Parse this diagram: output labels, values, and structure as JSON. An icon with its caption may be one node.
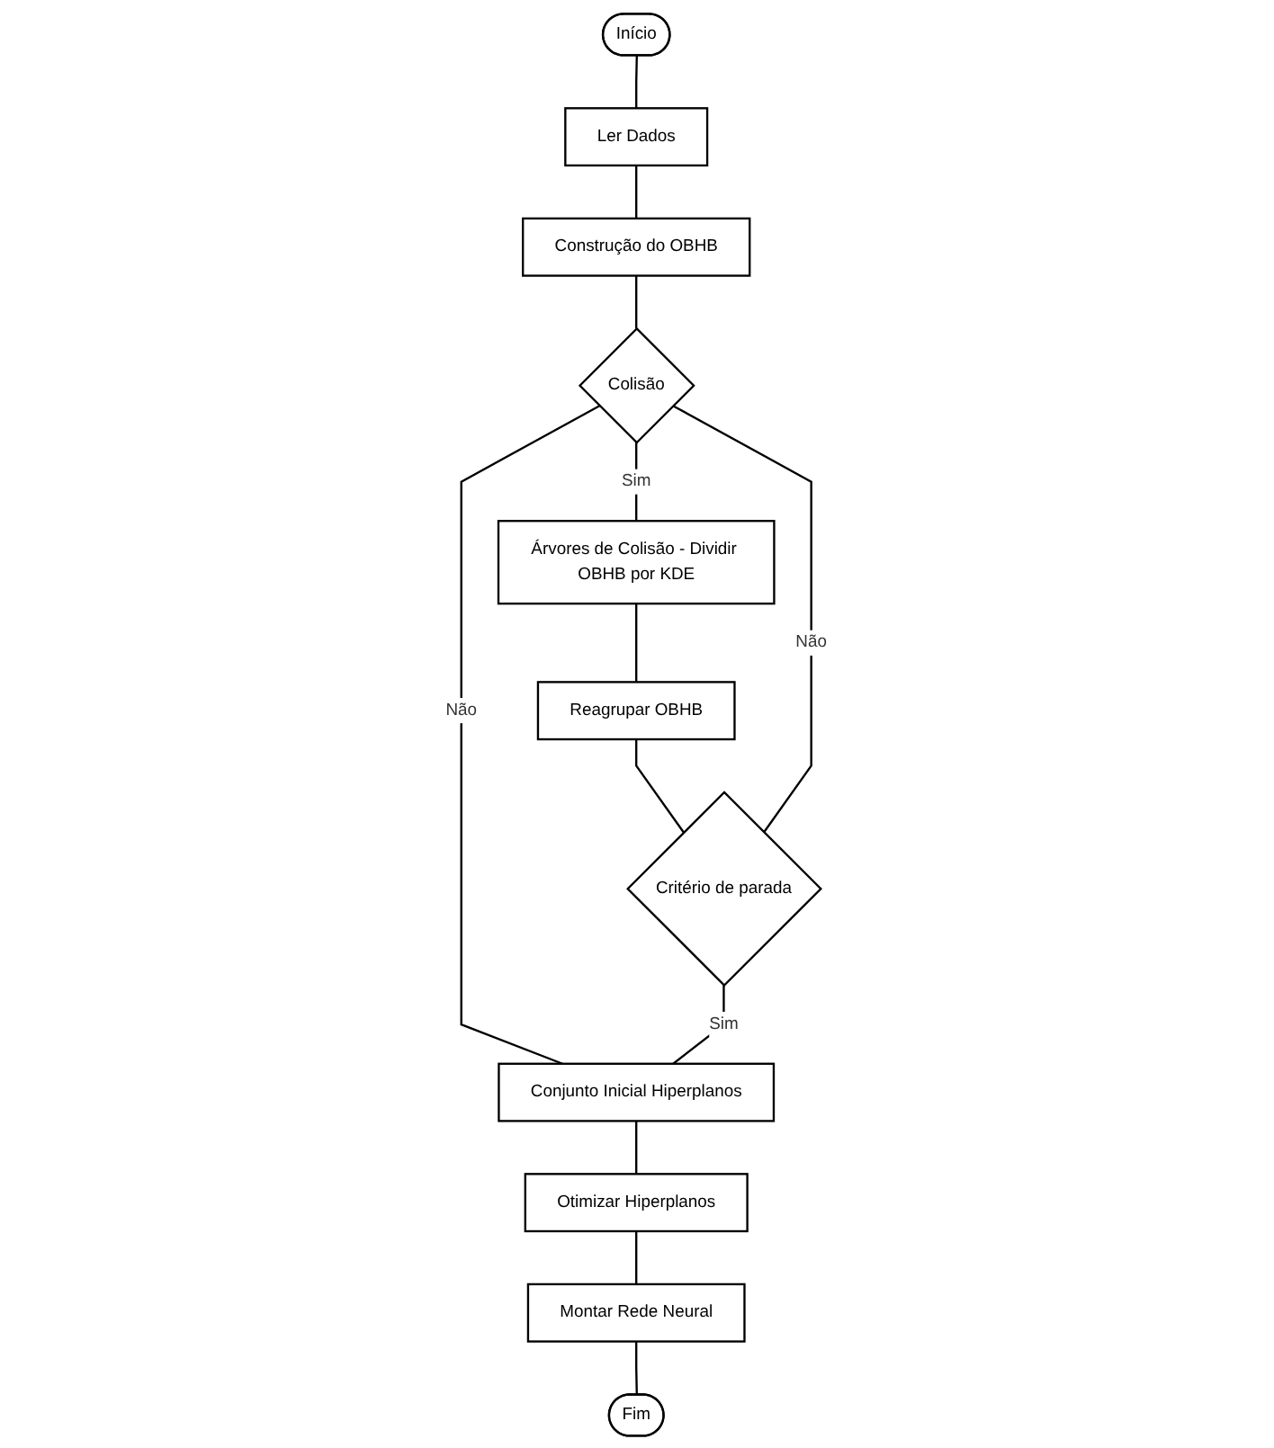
{
  "diagram": {
    "nodes": [
      {
        "text": [
          "Início"
        ]
      },
      {
        "text": [
          "Ler Dados"
        ]
      },
      {
        "text": [
          "Construção do OBHB"
        ]
      },
      {
        "text": [
          "Colisão"
        ]
      },
      {
        "text": [
          "Árvores de Colisão - Dividir OBHB por KDE"
        ]
      },
      {
        "text": [
          "Reagrupar OBHB"
        ]
      },
      {
        "text": [
          "Critério de parada"
        ]
      },
      {
        "text": [
          "Conjunto Inicial Hiperplanos"
        ]
      },
      {
        "text": [
          "Otimizar Hiperplanos"
        ]
      },
      {
        "text": [
          "Montar Rede Neural"
        ]
      },
      {
        "text": [
          "Fim"
        ]
      }
    ],
    "edges": [
      {
        "from": 0,
        "to": 1,
        "arrow": "none"
      },
      {
        "from": 1,
        "to": 2,
        "arrow": "none"
      },
      {
        "from": 2,
        "to": 3,
        "arrow": "none"
      },
      {
        "from": 3,
        "to": 4,
        "arrow": "none",
        "label": "Sim"
      },
      {
        "from": 3,
        "to": 7,
        "arrow": "none",
        "label": "Não"
      },
      {
        "from": 4,
        "to": 5,
        "arrow": "none"
      },
      {
        "from": 5,
        "to": 6,
        "arrow": "none"
      },
      {
        "from": 6,
        "to": 7,
        "arrow": "none",
        "label": "Sim"
      },
      {
        "from": 6,
        "to": 3,
        "arrow": "none",
        "label": "Não"
      },
      {
        "from": 7,
        "to": 8,
        "arrow": "none"
      },
      {
        "from": 8,
        "to": 9,
        "arrow": "none"
      },
      {
        "from": 9,
        "to": 10,
        "arrow": "none"
      }
    ]
  }
}
